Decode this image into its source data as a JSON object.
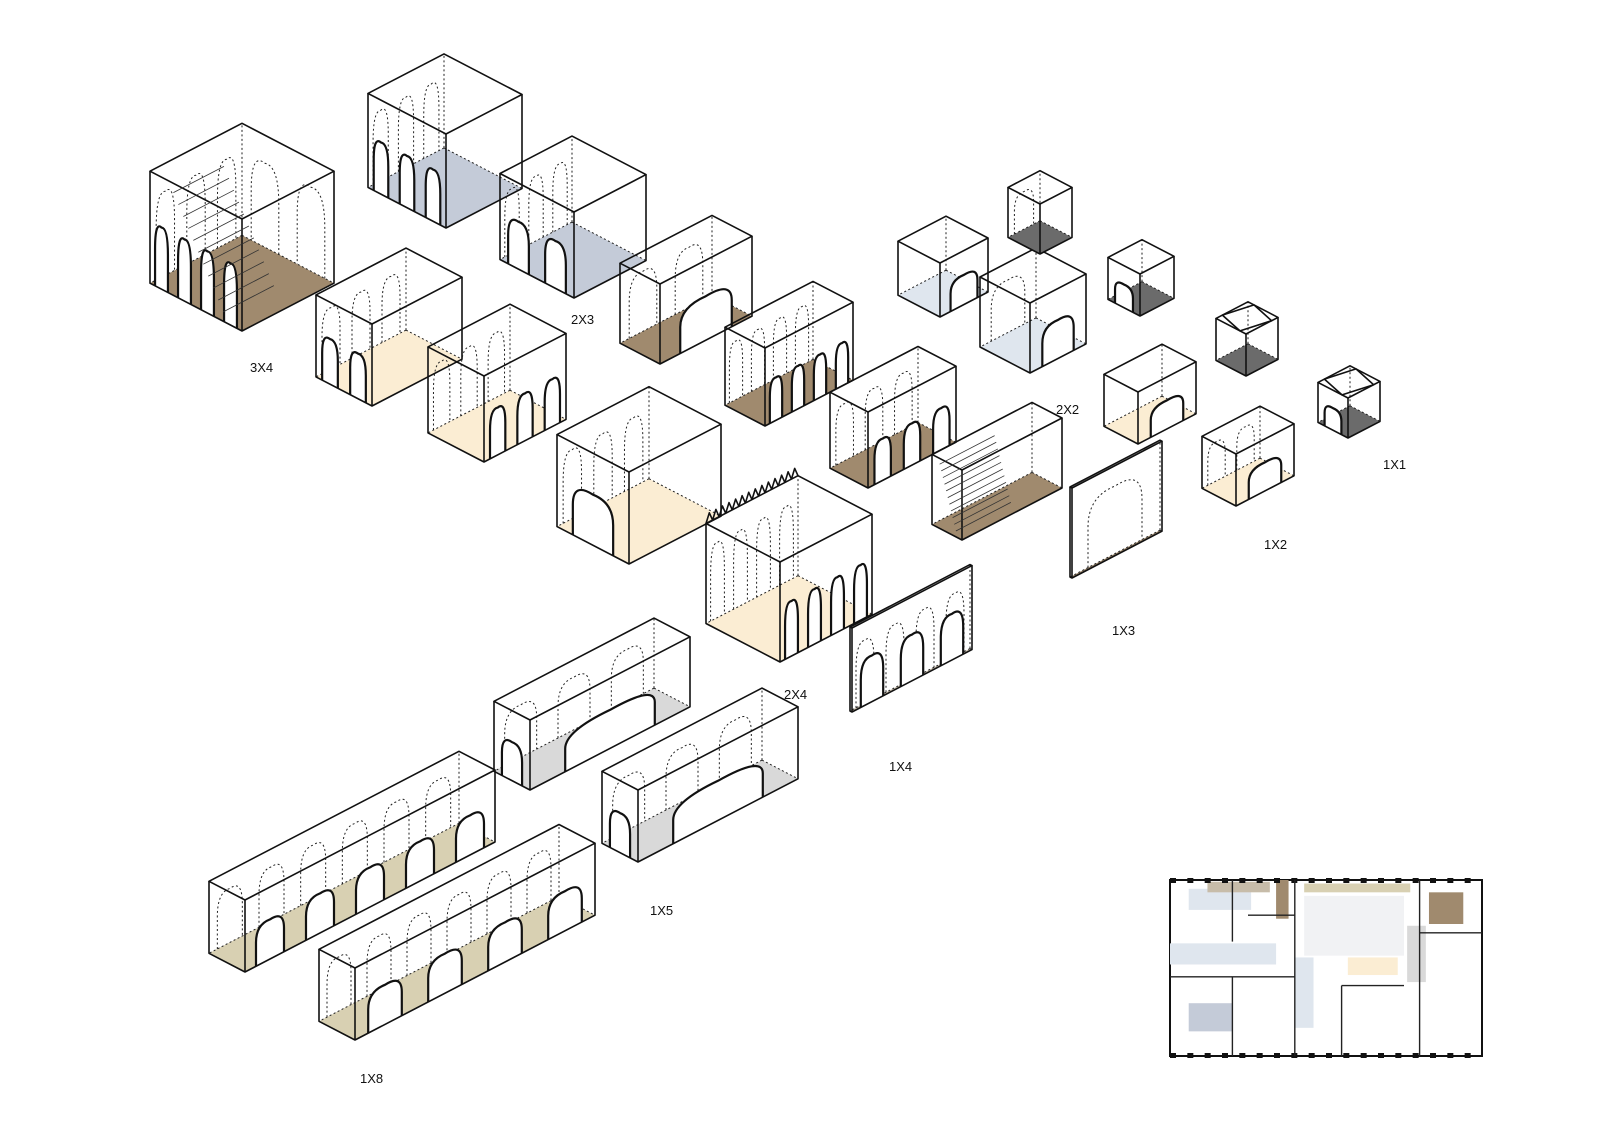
{
  "diagram": {
    "colors": {
      "brown": "#a08a6e",
      "cream": "#fbedd3",
      "blue": "#c4cbd8",
      "lightblue": "#dfe6ee",
      "grey": "#d9d9d9",
      "dark": "#6b6b6b",
      "olive": "#d8d0b2",
      "taupe": "#c7bca9"
    },
    "labels": {
      "l3x4": "3X4",
      "l2x3": "2X3",
      "l2x2": "2X2",
      "l1x1": "1X1",
      "l1x2": "1X2",
      "l1x3": "1X3",
      "l2x4": "2X4",
      "l1x4": "1X4",
      "l1x5": "1X5",
      "l1x8": "1X8"
    }
  }
}
